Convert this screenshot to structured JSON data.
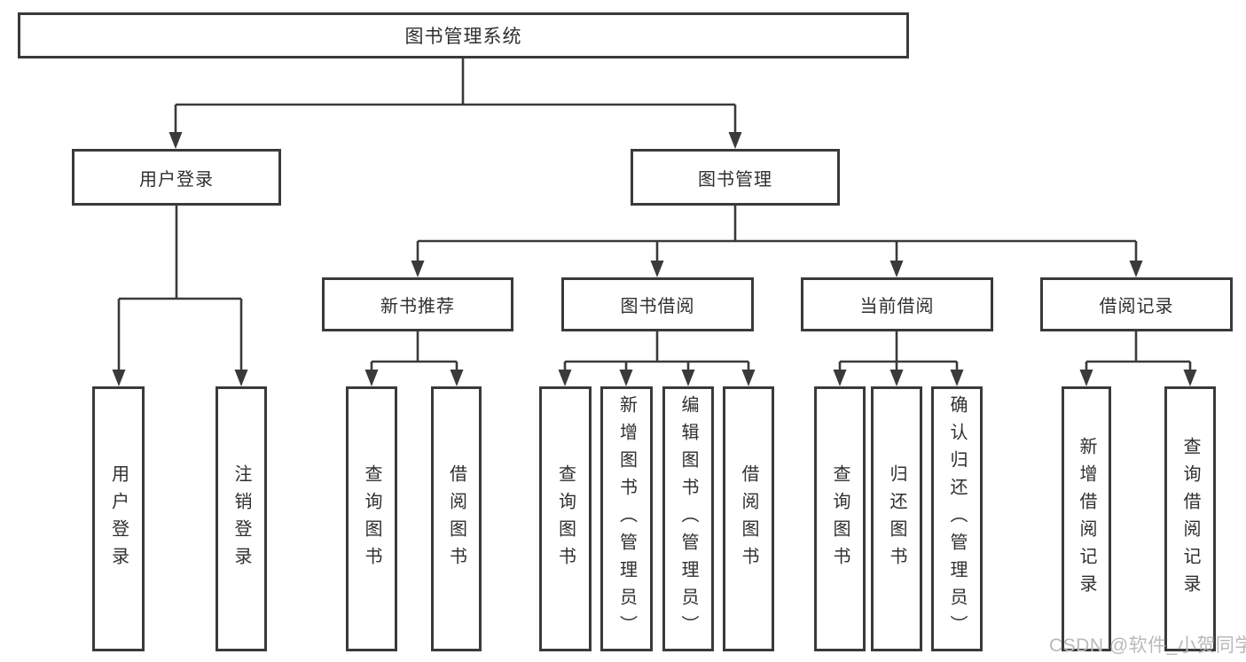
{
  "tree": {
    "root": "图书管理系统",
    "login": {
      "label": "用户登录",
      "leaves": [
        "用户登录",
        "注销登录"
      ]
    },
    "management": {
      "label": "图书管理",
      "groups": [
        {
          "label": "新书推荐",
          "leaves": [
            "查询图书",
            "借阅图书"
          ]
        },
        {
          "label": "图书借阅",
          "leaves": [
            "查询图书",
            "新增图书（管理员）",
            "编辑图书（管理员）",
            "借阅图书"
          ]
        },
        {
          "label": "当前借阅",
          "leaves": [
            "查询图书",
            "归还图书",
            "确认归还（管理员）"
          ]
        },
        {
          "label": "借阅记录",
          "leaves": [
            "新增借阅记录",
            "查询借阅记录"
          ]
        }
      ]
    }
  },
  "watermark": "CSDN @软件_小贺同学",
  "colors": {
    "line": "#3a3a3a",
    "text": "#2f2f2f",
    "watermark": "#b9b9b9",
    "background": "#ffffff"
  }
}
